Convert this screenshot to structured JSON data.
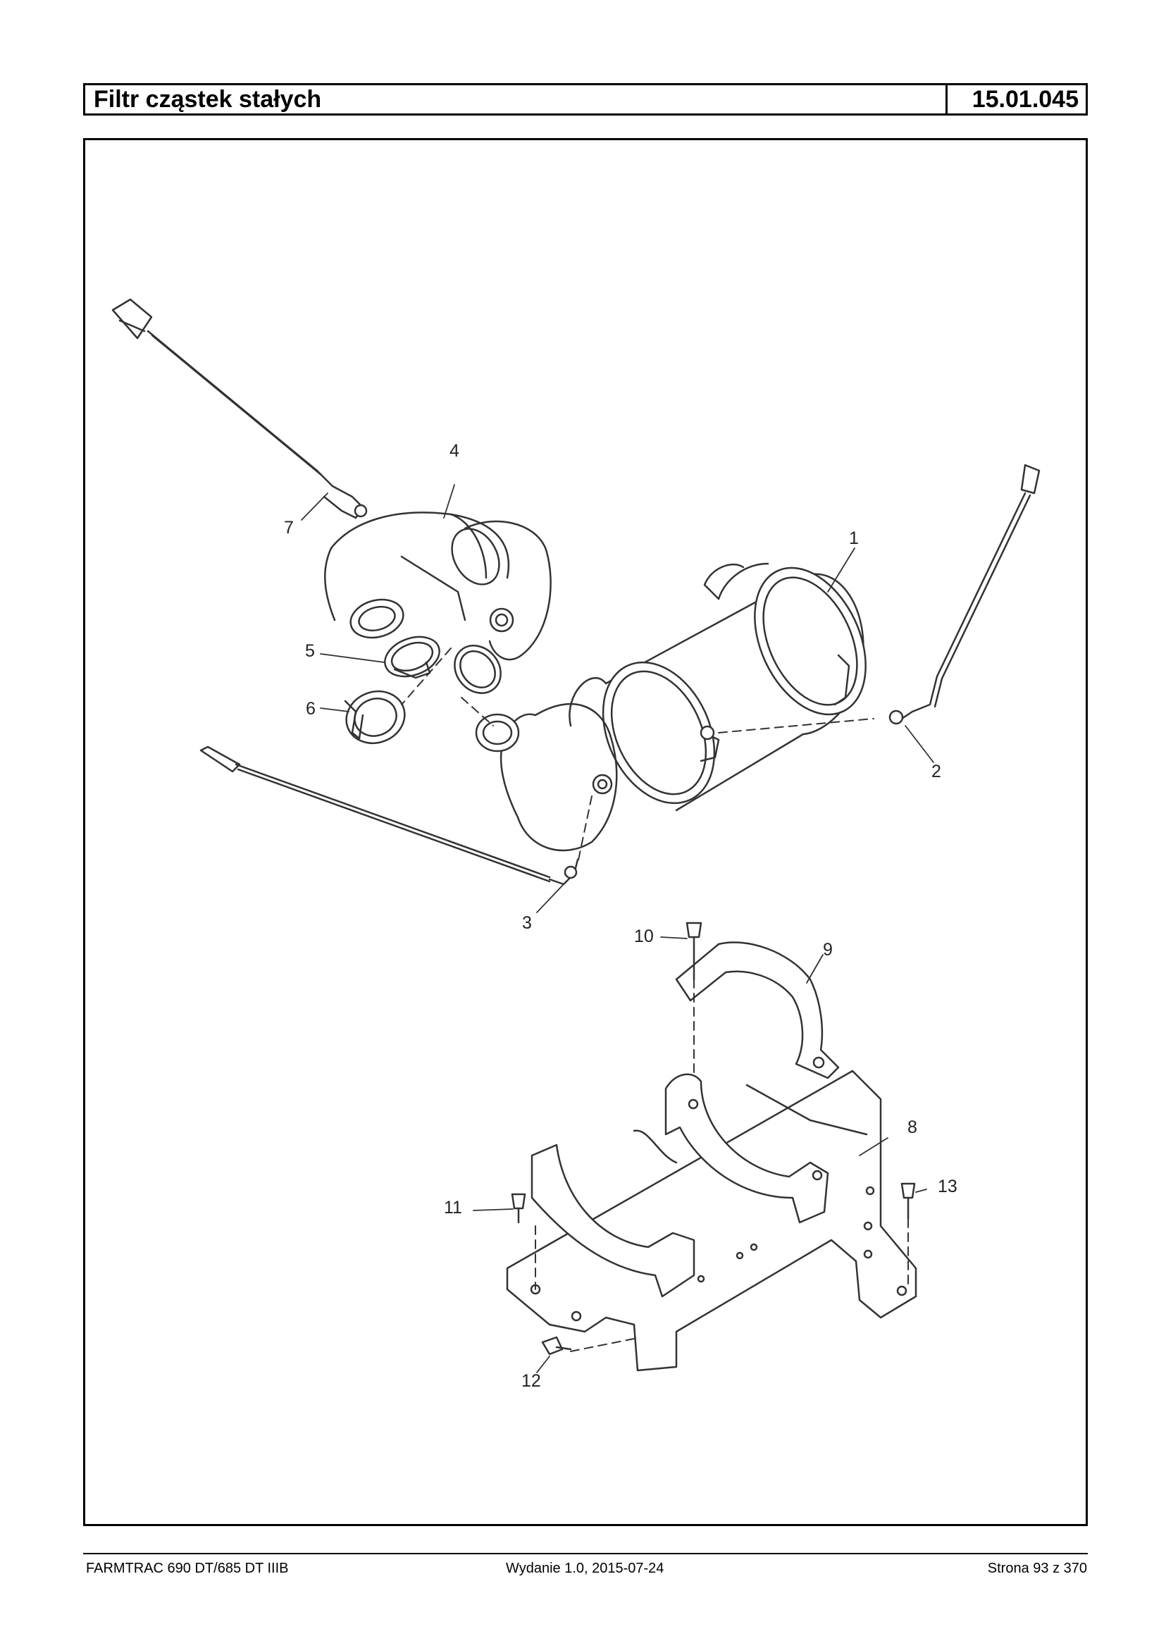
{
  "header": {
    "title": "Filtr cząstek stałych",
    "code": "15.01.045"
  },
  "callouts": [
    "1",
    "2",
    "3",
    "4",
    "5",
    "6",
    "7",
    "8",
    "9",
    "10",
    "11",
    "12",
    "13"
  ],
  "footer": {
    "model": "FARMTRAC 690 DT/685 DT IIIB",
    "edition": "Wydanie 1.0,  2015-07-24",
    "page": "Strona 93 z 370"
  }
}
